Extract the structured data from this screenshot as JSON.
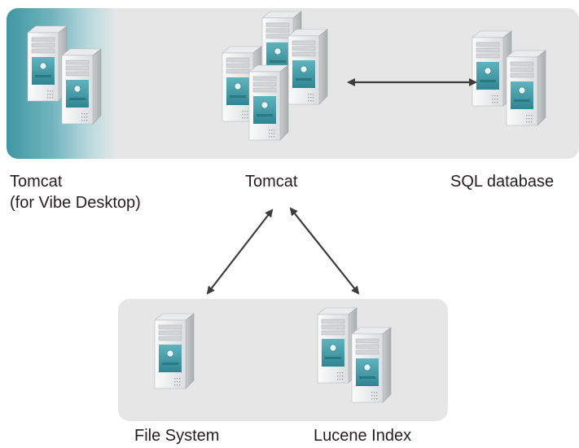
{
  "nodes": {
    "vibe_desktop_tomcat": {
      "label_line1": "Tomcat",
      "label_line2": "(for Vibe Desktop)"
    },
    "tomcat": {
      "label": "Tomcat"
    },
    "sql_database": {
      "label": "SQL database"
    },
    "file_system": {
      "label": "File System"
    },
    "lucene_index": {
      "label": "Lucene Index"
    }
  },
  "connections": [
    {
      "from": "tomcat",
      "to": "sql_database",
      "bidirectional": true
    },
    {
      "from": "tomcat",
      "to": "file_system",
      "bidirectional": true
    },
    {
      "from": "tomcat",
      "to": "lucene_index",
      "bidirectional": true
    }
  ],
  "colors": {
    "panel": "#e6e6e6",
    "accent_teal": "#3f97a3",
    "server_body": "#f2f2f2",
    "server_side": "#c9cccd",
    "arrow": "#3c3c3c"
  },
  "icons": {
    "server": "server-tower-icon"
  }
}
